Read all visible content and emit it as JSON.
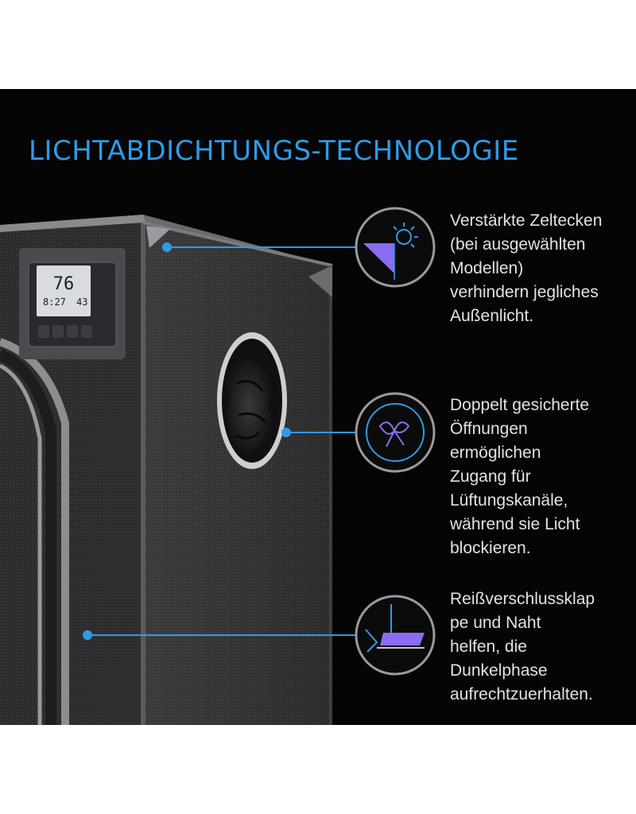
{
  "title": "LICHTABDICHTUNGS-TECHNOLOGIE",
  "colors": {
    "accent": "#2f9be6",
    "background": "#050505",
    "text": "#e2e2e2",
    "icon_purple": "#8c6cf0"
  },
  "display": {
    "temperature": "76",
    "humidity": "43",
    "time": "8:27"
  },
  "features": [
    {
      "icon": "sun-corner-icon",
      "text": "Verstärkte Zeltecken\n(bei ausgewählten\nModellen)\nverhindern jegliches\nAußenlicht."
    },
    {
      "icon": "drawstring-tie-icon",
      "text": "Doppelt gesicherte\nÖffnungen\nermöglichen\nZugang für\nLüftungskanäle,\nwährend sie Licht\nblockieren."
    },
    {
      "icon": "zipper-flap-icon",
      "text": "Reißverschlussklap\npe und Naht\nhelfen, die\nDunkelphase\naufrechtzuerhalten."
    }
  ]
}
